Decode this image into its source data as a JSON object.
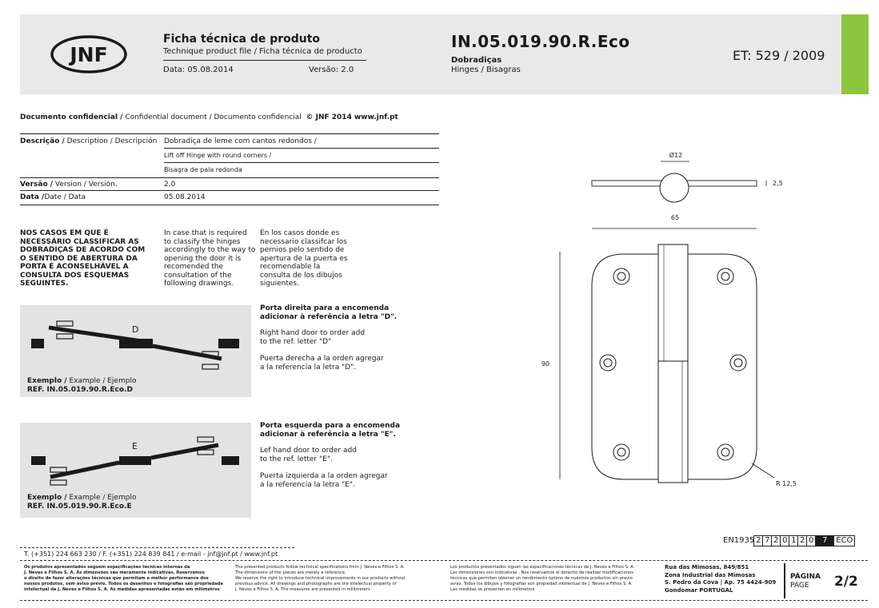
{
  "header": {
    "title": "Ficha técnica de produto",
    "subtitle": "Technique product file / Ficha técnica de producto",
    "date": "Data: 05.08.2014",
    "version": "Versão: 2.0",
    "code": "IN.05.019.90.R.Eco",
    "category": "Dobradiças",
    "category_alt": "Hinges / Bisagras",
    "et": "ET: 529 / 2009",
    "logo_text": "JNF",
    "accent_color": "#8cc63f"
  },
  "confidential": {
    "bold": "Documento confidencial /",
    "rest": " Confidential document / Documento confidencial",
    "copy": "© JNF 2014  www.jnf.pt"
  },
  "spec": {
    "desc_label_bold": "Descrição /",
    "desc_label_rest": " Description / Descripción",
    "desc_pt": "Dobradiça de leme com cantos redondos /",
    "desc_en": "Lift off Hinge with round corners /",
    "desc_es": "Bisagra de pala redonda",
    "version_label_bold": "Versão /",
    "version_label_rest": " Version / Versión.",
    "version_value": "2.0",
    "date_label_bold": "Data /",
    "date_label_rest": "Date / Data",
    "date_value": "05.08.2014"
  },
  "cases": {
    "pt": "NOS CASOS EM QUE É NECESSÁRIO CLASSIFICAR AS DOBRADIÇAS DE ACORDO COM O SENTIDO DE ABERTURA DA PORTA É ACONSELHÁVEL A CONSULTA DOS ESQUEMAS SEGUINTES.",
    "en": "In case that is required to classify the hinges accordingly to the way to opening the door it is recomended the consultation of the following drawings.",
    "es": "En los casos donde es necessario classifcar los pernios pelo sentido de apertura de la puerta es recomendable la consulta de los dibujos siguientes."
  },
  "right_door": {
    "letter": "D",
    "example_bold": "Exemplo /",
    "example_rest": " Example / Ejemplo",
    "ref": "REF. IN.05.019.90.R.Eco.D",
    "pt_1": "Porta direita para a encomenda",
    "pt_2": "adicionar à referência a letra \"D\".",
    "en_1": "Right hand door to order add",
    "en_2": "to the ref. letter \"D\"",
    "es_1": "Puerta derecha a la orden agregar",
    "es_2": "a la referencia la letra \"D\"."
  },
  "left_door": {
    "letter": "E",
    "example_bold": "Exemplo /",
    "example_rest": " Example / Ejemplo",
    "ref": "REF. IN.05.019.90.R.Eco.E",
    "pt_1": "Porta esquerda para a encomenda",
    "pt_2": "adicionar à referência a letra \"E\".",
    "en_1": "Lef hand door to order add",
    "en_2": "to the ref. letter \"E\".",
    "es_1": "Puerta izquierda a la orden agregar",
    "es_2": "a la referencia la letra \"E\"."
  },
  "drawing": {
    "pin_diameter": "Ø12",
    "thickness": "2,5",
    "width": "65",
    "height": "90",
    "radius": "R 12,5"
  },
  "en1935": {
    "label": "EN1935",
    "digits": [
      "2",
      "7",
      "2",
      "0",
      "1",
      "2",
      "0"
    ],
    "highlight": "7",
    "suffix": "ECO"
  },
  "footer": {
    "contacts": "T. (+351) 224 663 230   /   F. (+351) 224 839 841   /  e-mail - jnf@jnf.pt   /  www.jnf.pt",
    "pt_1": "Os produtos apresentados seguem especificações técnicas internas da",
    "pt_2": "J. Neves e Filhos S. A. As dimensões são meramente indicativas. Reservamos",
    "pt_3": "o direito de fazer alterações técnicas que permitam a melhor performance dos",
    "pt_4": "nossos produtos, sem aviso prévio. Todos os desenhos e fotografias são propriedade",
    "pt_5": "intelectual da J. Neves e Filhos S. A. As medidas apresentadas estão em milímetros",
    "en_1": "The presented products follow technical specifications from J. Neves e Filhos S. A.",
    "en_2": "The dimensions of the pieces are merely a reference.",
    "en_3": "We reserve the right to introduce technical improvements in our products without",
    "en_4": "previous advice. All drawings and photographs are the intelectual property of",
    "en_5": "J. Neves e Filhos S. A.  The measures are presented in millimeters",
    "es_1": "Los productos presentados siguen las especificaciones técnicas de J. Neves e Filhos S. A.",
    "es_2": "Las dimensiones son indicativas . Nos reservamos el derecho de realizar modificaciones",
    "es_3": "técnicas que permitan obtener un rendimiento óptimo de nuestros productos sin previo",
    "es_4": "aviso. Todos los dibujos y fotografías son propiedad intelectual de J. Neves e Filhos S. A.",
    "es_5": "Las medidas se presentan en milímetros",
    "addr_1": "Rua das Mimosas, 849/851",
    "addr_2": "Zona Industrial das Mimosas",
    "addr_3": "S. Pedro da Cova | Ap. 75 4424-909",
    "addr_4": "Gondomar PORTUGAL",
    "page_label": "PÁGINA",
    "page_label_en": "PAGE",
    "page_number": "2/2"
  }
}
